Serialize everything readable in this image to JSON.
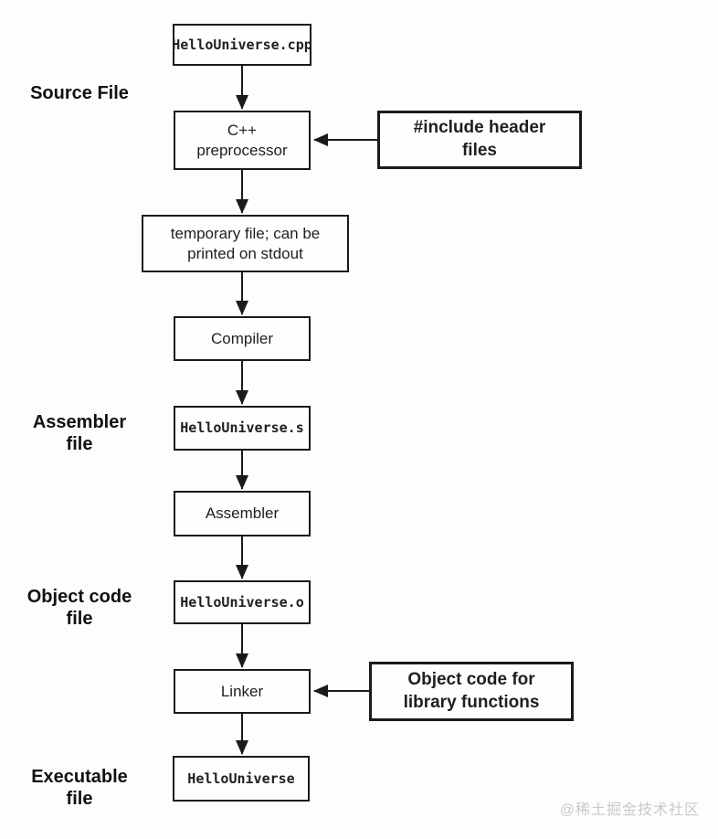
{
  "colors": {
    "background": "#fdfdfd",
    "line": "#1a1a1a",
    "box_border": "#1a1a1a",
    "watermark_text": "#c9c9c9"
  },
  "flowchart": {
    "stage_labels": [
      {
        "text": "Source File"
      },
      {
        "text": "Assembler\nfile"
      },
      {
        "text": "Object code\nfile"
      },
      {
        "text": "Executable\nfile"
      }
    ],
    "nodes": {
      "source_file": "HelloUniverse.cpp",
      "preprocessor": "C++\npreprocessor",
      "include_headers": "#include header\nfiles",
      "temp_file": "temporary file; can be\nprinted on stdout",
      "compiler": "Compiler",
      "assembler_file": "HelloUniverse.s",
      "assembler": "Assembler",
      "object_file": "HelloUniverse.o",
      "linker": "Linker",
      "library_objects": "Object code for\nlibrary functions",
      "executable": "HelloUniverse"
    }
  },
  "watermark": "@稀土掘金技术社区"
}
